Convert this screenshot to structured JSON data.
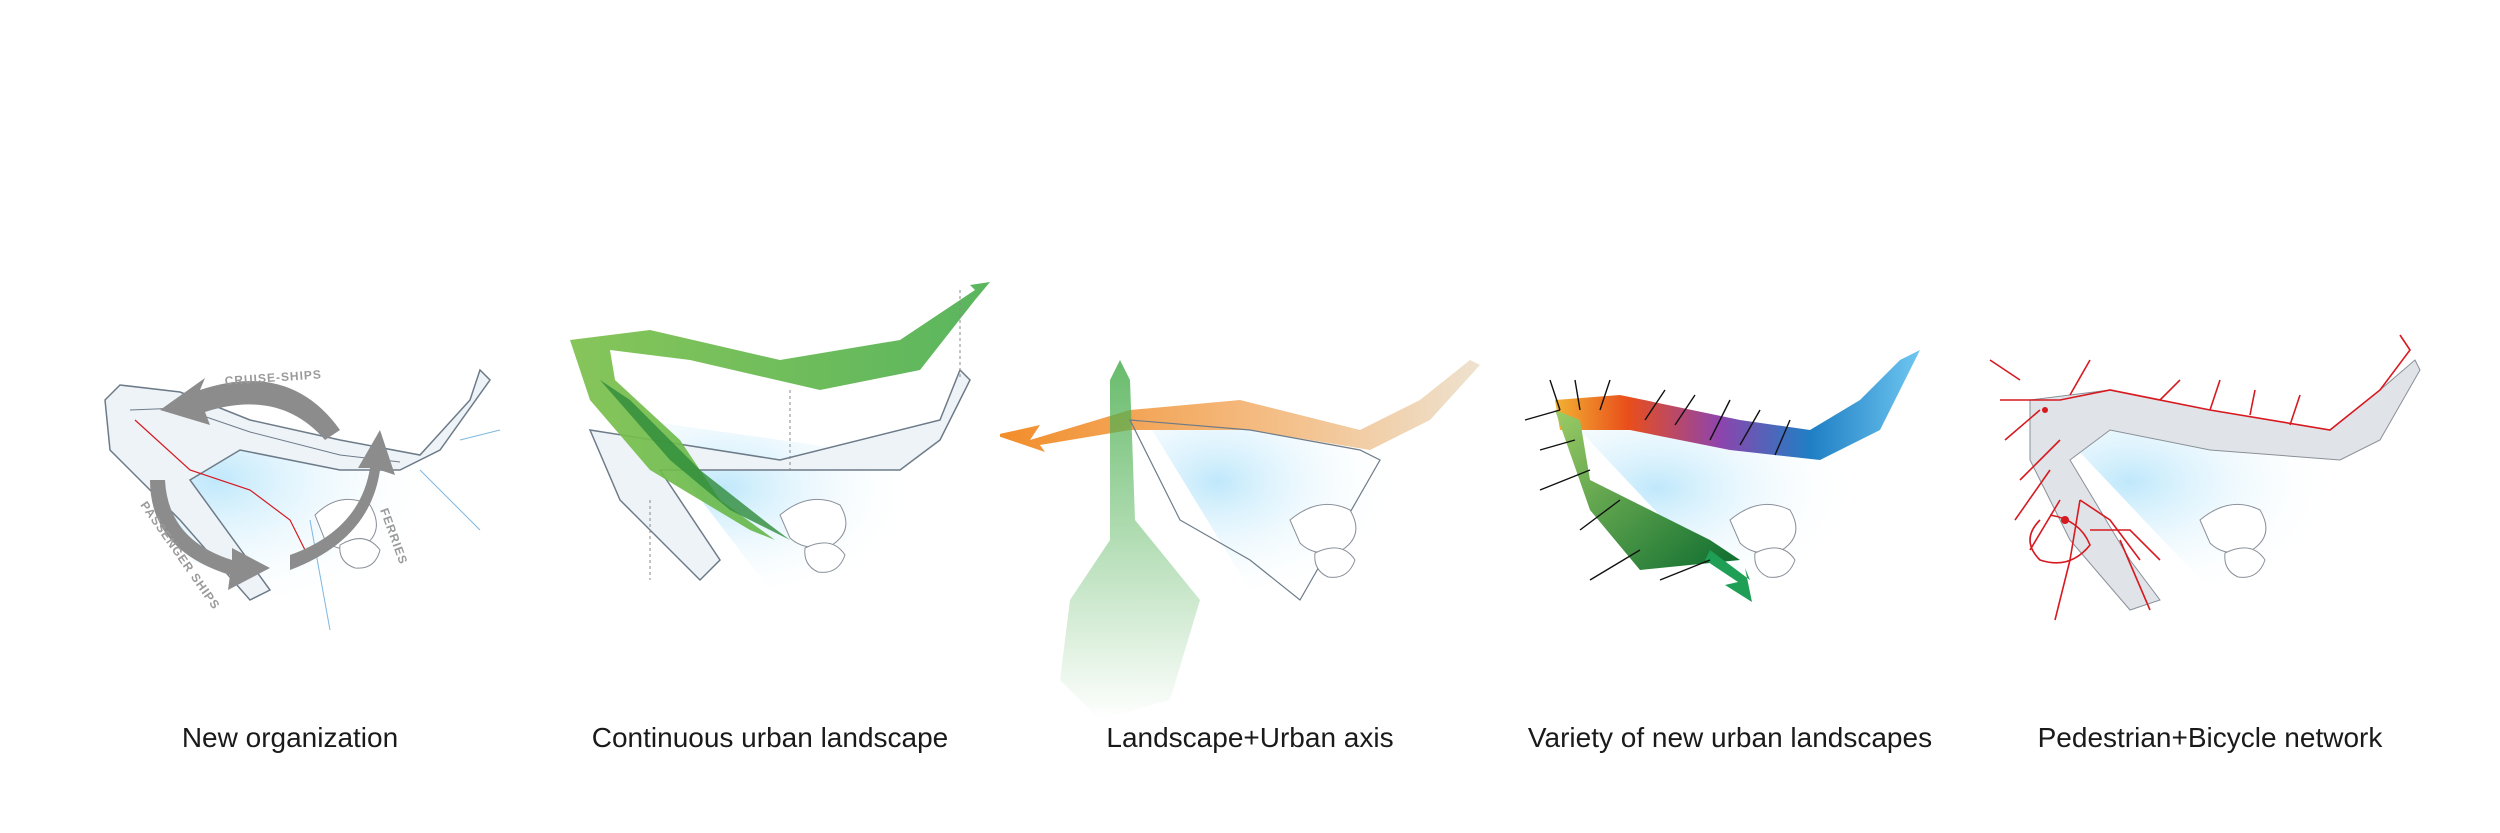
{
  "panels": [
    {
      "caption": "New organization",
      "labels": {
        "cruise": "CRUISE-SHIPS",
        "ferries": "FERRIES",
        "passenger": "PASSENGER SHIPS"
      }
    },
    {
      "caption": "Continuous urban landscape"
    },
    {
      "caption": "Landscape+Urban axis"
    },
    {
      "caption": "Variety of new urban landscapes"
    },
    {
      "caption": "Pedestrian+Bicycle network"
    }
  ],
  "colors": {
    "water": "#cfeefc",
    "pier": "#eef3f8",
    "green": "#4caf50",
    "orange": "#f28c28",
    "red": "#d71920",
    "grey_arrow": "#8c8c8c"
  }
}
